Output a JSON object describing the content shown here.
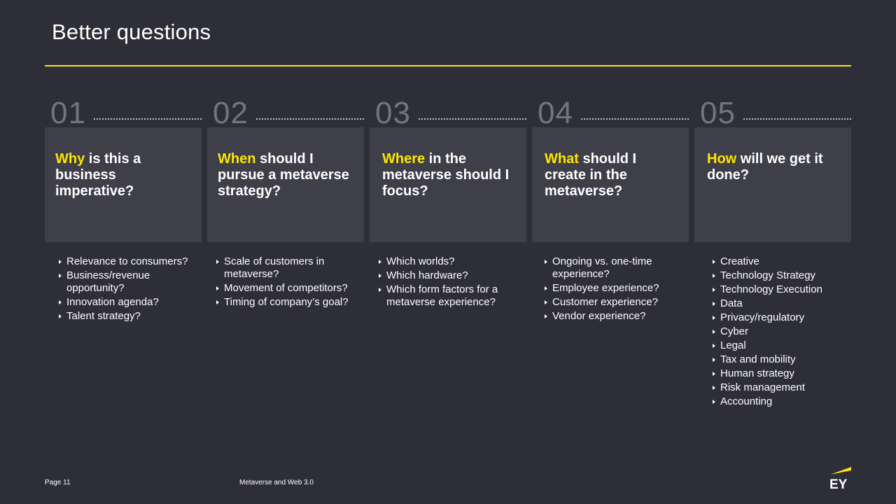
{
  "title": "Better questions",
  "columns": [
    {
      "number": "01",
      "keyword": "Why",
      "question_rest": " is this a business imperative?",
      "bullets": [
        "Relevance to consumers?",
        "Business/revenue opportunity?",
        "Innovation agenda?",
        "Talent strategy?"
      ]
    },
    {
      "number": "02",
      "keyword": "When",
      "question_rest": " should I pursue a metaverse strategy?",
      "bullets": [
        "Scale of customers in metaverse?",
        "Movement of competitors?",
        "Timing of company’s goal?"
      ]
    },
    {
      "number": "03",
      "keyword": "Where",
      "question_rest": " in the metaverse should I focus?",
      "bullets": [
        "Which worlds?",
        "Which hardware?",
        "Which form factors for a metaverse experience?"
      ]
    },
    {
      "number": "04",
      "keyword": "What",
      "question_rest": " should I create in the metaverse?",
      "bullets": [
        "Ongoing vs. one-time experience?",
        "Employee experience?",
        "Customer experience?",
        "Vendor experience?"
      ]
    },
    {
      "number": "05",
      "keyword": "How",
      "question_rest": " will we get it done?",
      "bullets": [
        "Creative",
        "Technology Strategy",
        "Technology Execution",
        "Data",
        "Privacy/regulatory",
        "Cyber",
        "Legal",
        "Tax and mobility",
        "Human strategy",
        "Risk management",
        "Accounting"
      ]
    }
  ],
  "footer": {
    "page": "Page 11",
    "document": "Metaverse and Web 3.0",
    "logo_text": "EY"
  },
  "colors": {
    "background": "#2e2e38",
    "panel": "#3f3f4a",
    "accent": "#ffe600",
    "number": "#747480"
  }
}
